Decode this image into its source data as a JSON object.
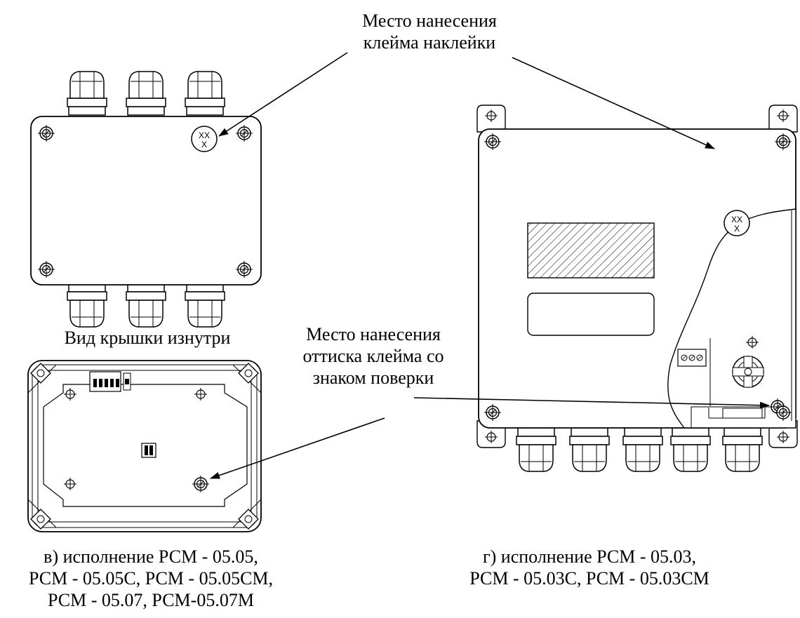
{
  "callouts": {
    "top_label_line1": "Место нанесения",
    "top_label_line2": "клейма наклейки",
    "mid_label_line1": "Место нанесения",
    "mid_label_line2": "оттиска клейма со",
    "mid_label_line3": "знаком поверки",
    "inner_view_title": "Вид крышки изнутри"
  },
  "seal_mark": {
    "line1": "XX",
    "line2": "X"
  },
  "captions": {
    "left_line1": "в) исполнение РСМ - 05.05,",
    "left_line2": "РСМ - 05.05С, РСМ - 05.05СМ,",
    "left_line3": "РСМ - 05.07, РСМ-05.07М",
    "right_line1": "г) исполнение РСМ - 05.03,",
    "right_line2": "РСМ - 05.03С, РСМ - 05.03СМ"
  }
}
